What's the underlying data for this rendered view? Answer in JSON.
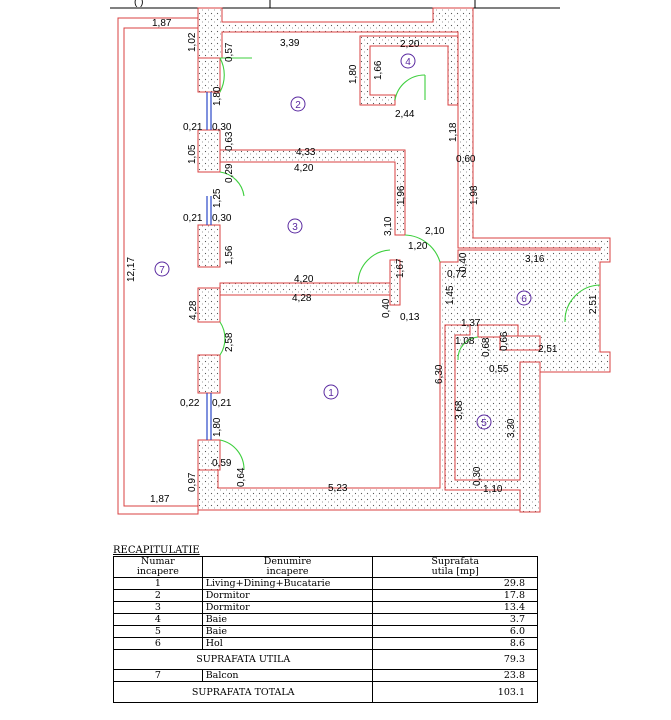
{
  "plan": {
    "rooms": [
      {
        "num": "1"
      },
      {
        "num": "2"
      },
      {
        "num": "3"
      },
      {
        "num": "4"
      },
      {
        "num": "5"
      },
      {
        "num": "6"
      },
      {
        "num": "7"
      }
    ],
    "dims": {
      "d187_top": "1,87",
      "d102": "1,02",
      "d057": "0,57",
      "d339": "3,39",
      "d220": "2,20",
      "d180a": "1,80",
      "d166": "1,66",
      "d244": "2,44",
      "d180w": "1,80",
      "d021a": "0,21",
      "d030a": "0,30",
      "d118": "1,18",
      "d105": "1,05",
      "d063": "0,63",
      "d433": "4,33",
      "d060": "0,60",
      "d420a": "4,20",
      "d029": "0,29",
      "d196": "1,96",
      "d198": "1,98",
      "d125": "1,25",
      "d021b": "0,21",
      "d030b": "0,30",
      "d310": "3,10",
      "d210": "2,10",
      "d120": "1,20",
      "d1217": "12,17",
      "d156": "1,56",
      "d167": "1,67",
      "d072": "0,72",
      "d040a": "0,40",
      "d316": "3,16",
      "d420b": "4,20",
      "d428a": "4,28",
      "d040b": "0,40",
      "d013": "0,13",
      "d145": "1,45",
      "d251a": "2,51",
      "d428v": "4,28",
      "d137": "1,37",
      "d108": "1,08",
      "d068": "0,68",
      "d066": "0,66",
      "d251b": "2,51",
      "d258": "2,58",
      "d055": "0,55",
      "d630": "6,30",
      "d022": "0,22",
      "d021c": "0,21",
      "d368": "3,68",
      "d330": "3,30",
      "d180b": "1,80",
      "d059": "0,59",
      "d030c": "0,30",
      "d110": "1,10",
      "d097": "0,97",
      "d064": "0,64",
      "d523": "5,23",
      "d187_bot": "1,87"
    }
  },
  "recap": {
    "title": "RECAPITULATIE",
    "headers": {
      "num_line1": "Numar",
      "num_line2": "incapere",
      "name_line1": "Denumire",
      "name_line2": "incapere",
      "area_line1": "Suprafata",
      "area_line2": "utila  [mp]"
    },
    "rows": [
      {
        "num": "1",
        "name": "Living+Dining+Bucatarie",
        "area": "29.8"
      },
      {
        "num": "2",
        "name": "Dormitor",
        "area": "17.8"
      },
      {
        "num": "3",
        "name": "Dormitor",
        "area": "13.4"
      },
      {
        "num": "4",
        "name": "Baie",
        "area": "3.7"
      },
      {
        "num": "5",
        "name": "Baie",
        "area": "6.0"
      },
      {
        "num": "6",
        "name": "Hol",
        "area": "8.6"
      }
    ],
    "useful_label": "SUPRAFATA  UTILA",
    "useful_value": "79.3",
    "balcony": {
      "num": "7",
      "name": "Balcon",
      "area": "23.8"
    },
    "total_label": "SUPRAFATA  TOTALA",
    "total_value": "103.1"
  }
}
